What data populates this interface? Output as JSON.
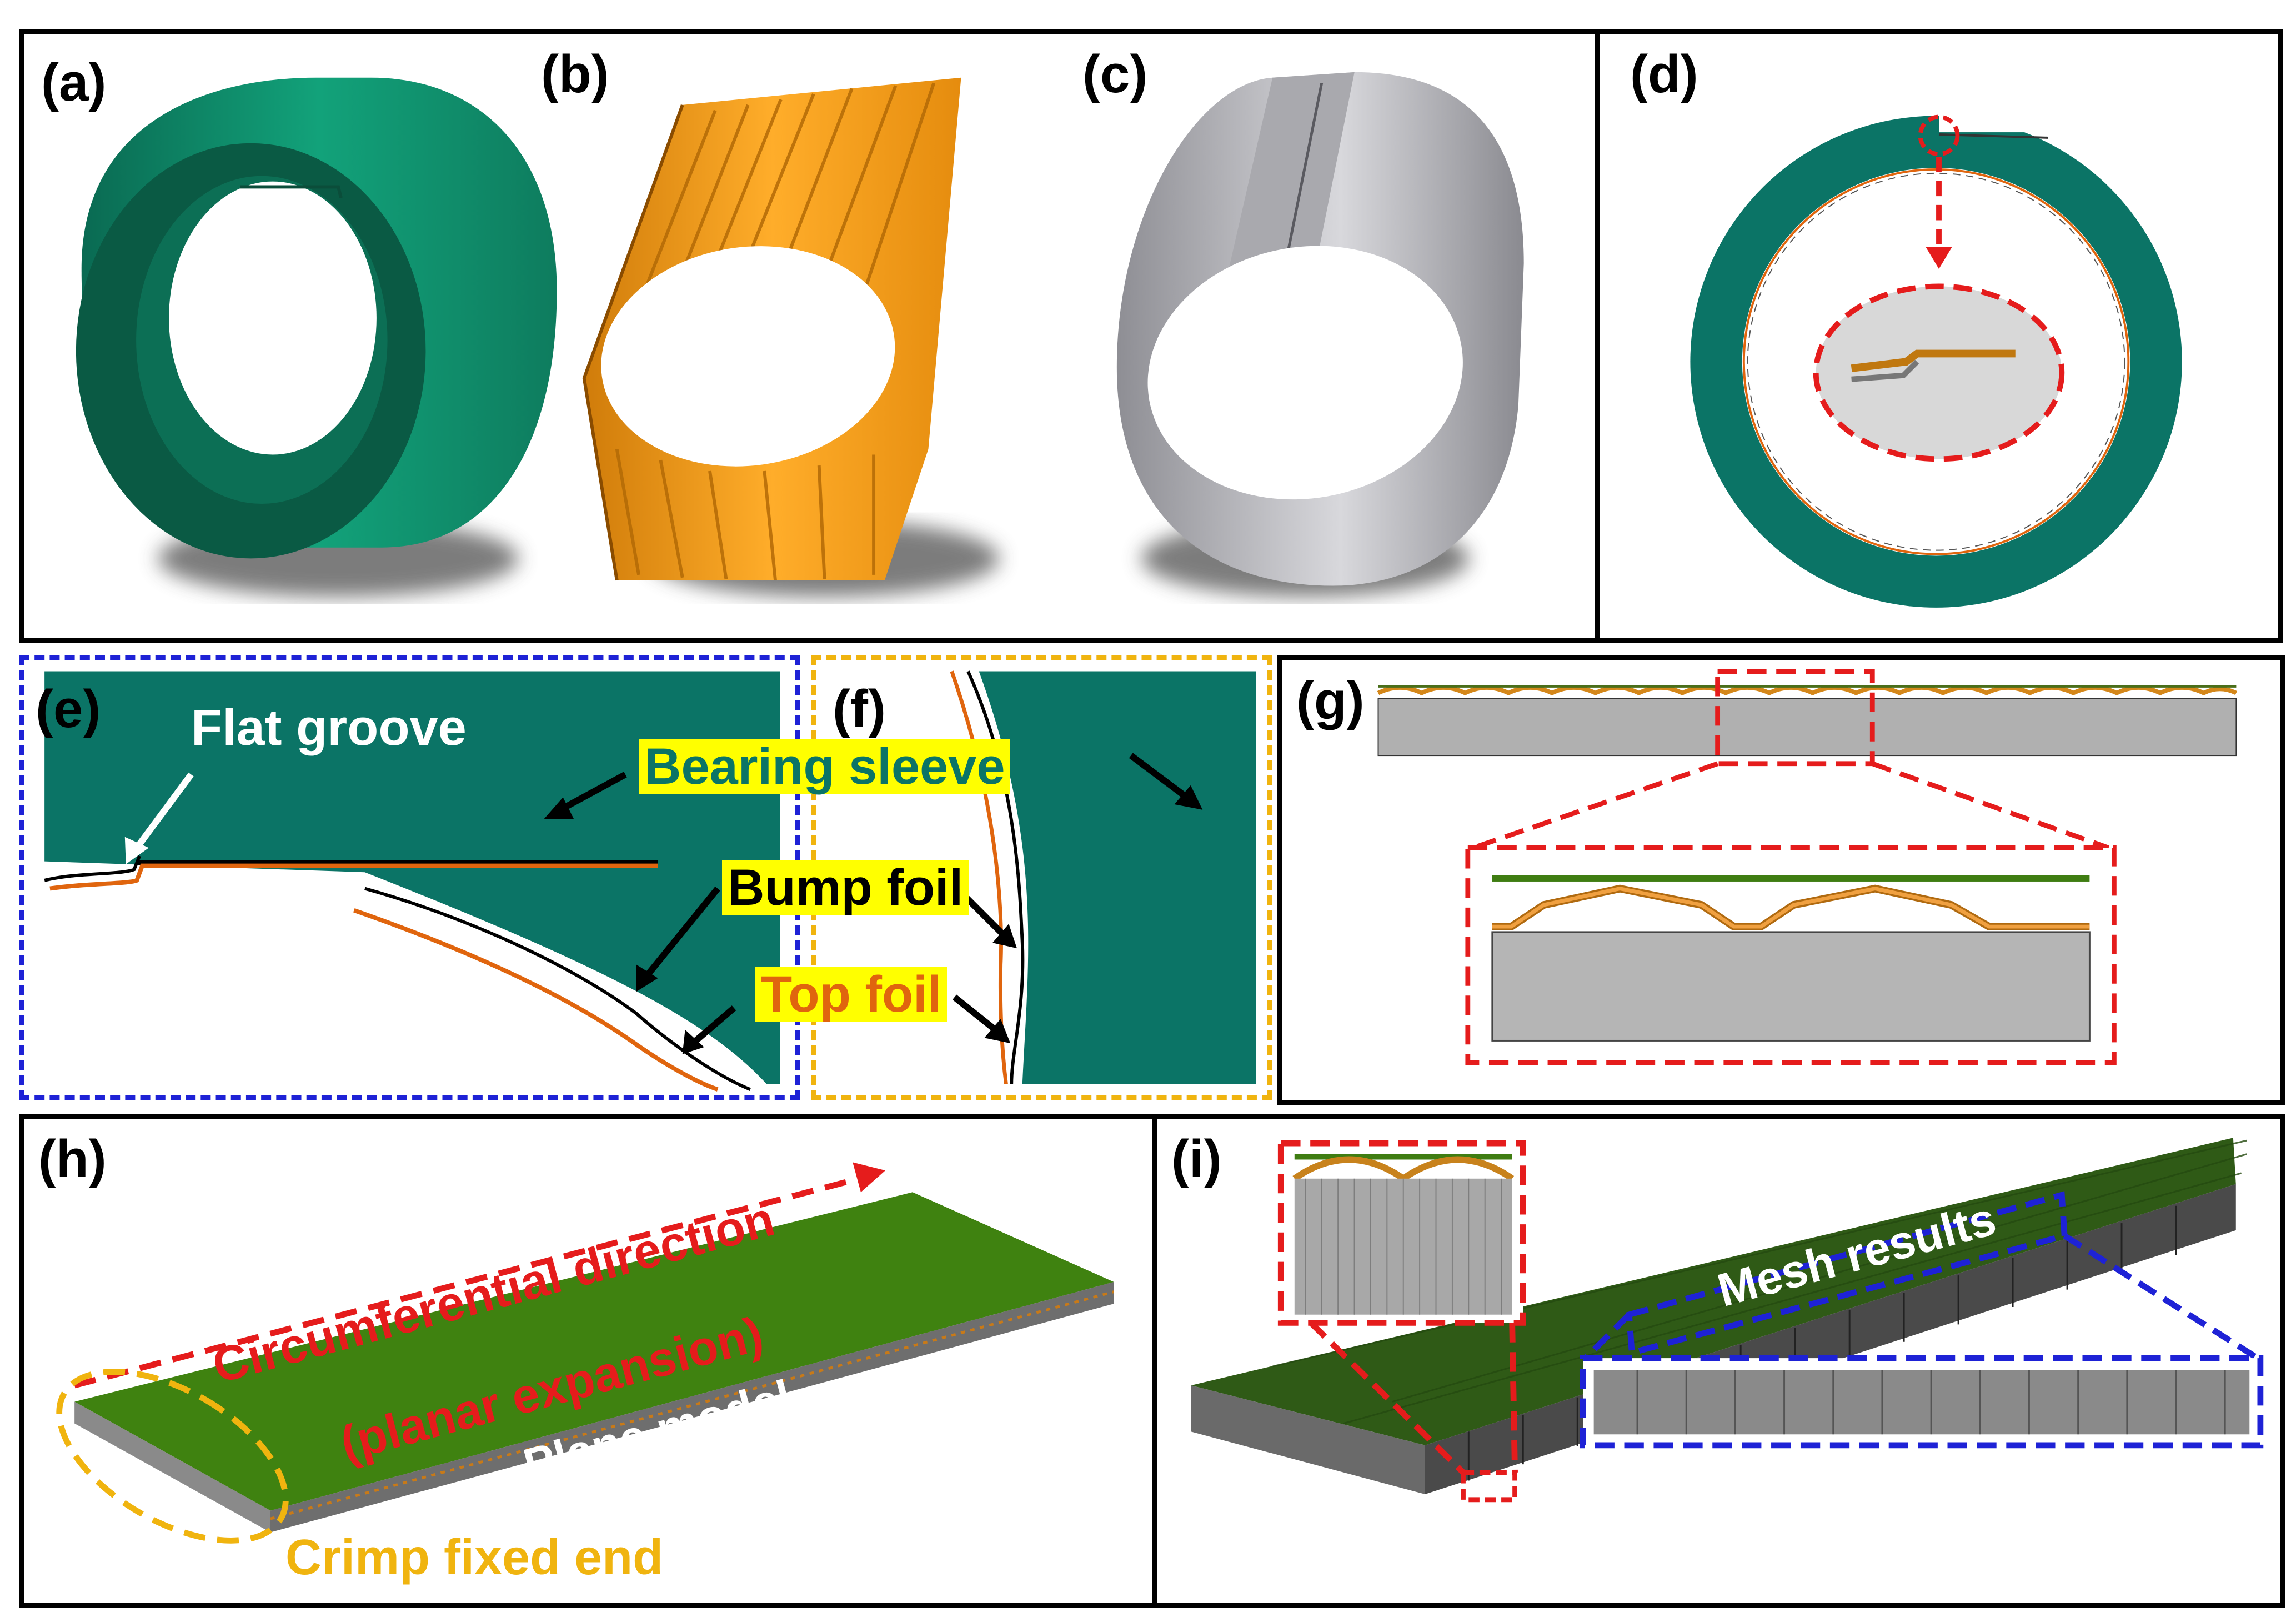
{
  "panels": {
    "a": "(a)",
    "b": "(b)",
    "c": "(c)",
    "d": "(d)",
    "e": "(e)",
    "f": "(f)",
    "g": "(g)",
    "h": "(h)",
    "i": "(i)"
  },
  "labels": {
    "flat_groove": "Flat groove",
    "bearing_sleeve": "Bearing sleeve",
    "bump_foil": "Bump foil",
    "top_foil": "Top foil",
    "circumferential_1": "Circumferential direction",
    "circumferential_2": "(planar expansion)",
    "plane_model": "Plane model",
    "crimp_fixed_end": "Crimp fixed end",
    "mesh_results": "Mesh results"
  },
  "colors": {
    "sleeve": "#0b7466",
    "sleeve_light": "#0fa080",
    "bump_foil": "#f39a12",
    "top_foil": "#b0b0b4",
    "top_foil_line": "#e0650e",
    "highlight": "#ffff00",
    "green_plate": "#3a7d0a",
    "red_dash": "#e51c1c",
    "blue_dash": "#1e22d6",
    "yellow_dash": "#f0b40f"
  }
}
